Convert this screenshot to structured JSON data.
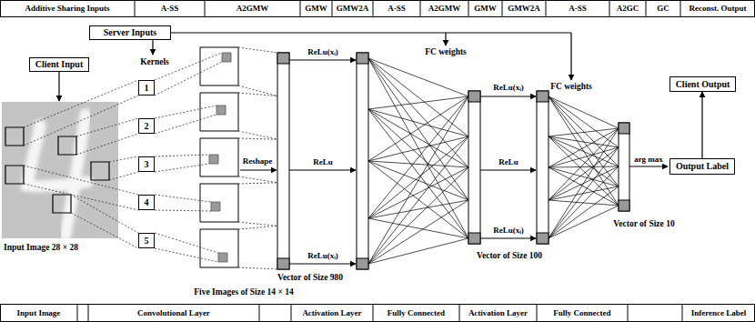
{
  "diagram": {
    "nodes": [
      {
        "text": [
          "Server Inputs"
        ]
      },
      {
        "text": [
          "Client Input"
        ]
      },
      {
        "text": [
          "1"
        ]
      },
      {
        "text": [
          "2"
        ]
      },
      {
        "text": [
          "3"
        ]
      },
      {
        "text": [
          "4"
        ]
      },
      {
        "text": [
          "5"
        ]
      },
      {
        "text": [
          "Client Output"
        ]
      },
      {
        "text": [
          "Output Label"
        ]
      }
    ],
    "edges": [
      {
        "from": 8,
        "to": 7,
        "arrow": "to"
      }
    ],
    "labels": [
      "Additive Sharing Inputs",
      "A-SS",
      "A2GMW",
      "GMW",
      "GMW2A",
      "A-SS",
      "A2GMW",
      "GMW",
      "GMW2A",
      "A-SS",
      "A2GC",
      "GC",
      "Reconst. Output",
      "Kernels",
      "FC weights",
      "FC weights",
      "Input Image 28 × 28",
      "Five Images of Size 14 × 14",
      "Reshape",
      "ReLu(xᵢ)",
      "ReLu",
      "ReLu(xᵢ)",
      "Vector of Size 980",
      "ReLu(xᵢ)",
      "ReLu",
      "ReLu(xᵢ)",
      "Vector of Size 100",
      "Vector of Size 10",
      "arg max",
      "Input Image",
      "Convolutional Layer",
      "Activation Layer",
      "Fully Connected",
      "Activation Layer",
      "Fully Connected",
      "Inference Label"
    ]
  }
}
